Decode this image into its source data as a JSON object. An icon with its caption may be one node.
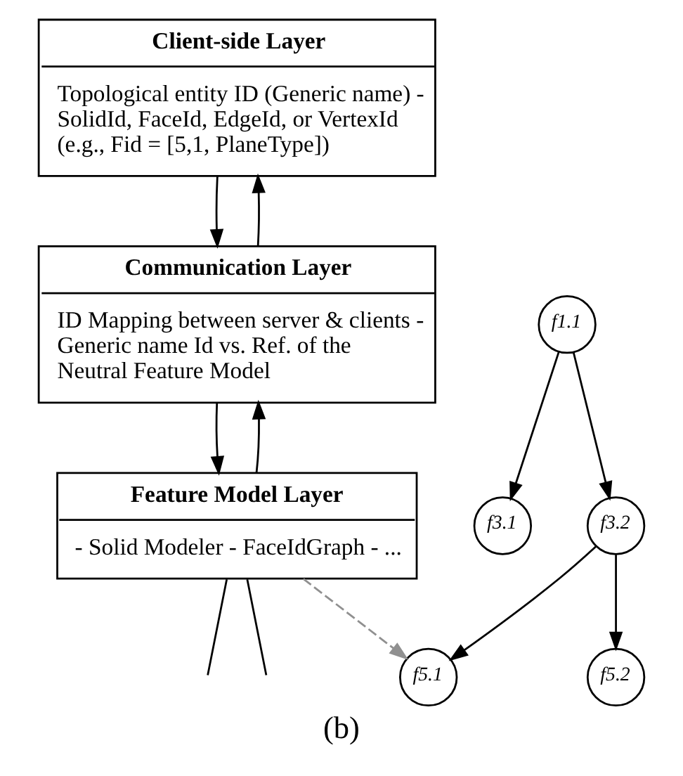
{
  "diagram": {
    "caption": "(b)",
    "nodes": [
      {
        "text": [
          "Client-side Layer",
          "Topological entity ID (Generic name) - SolidId, FaceId, EdgeId, or VertexId (e.g., Fid = [5,1, PlaneType])"
        ]
      },
      {
        "text": [
          "Communication Layer",
          "ID Mapping between server & clients - Generic name Id vs. Ref. of the Neutral Feature Model"
        ]
      },
      {
        "text": [
          "Feature Model Layer",
          "- Solid Modeler - FaceIdGraph - ..."
        ]
      },
      {
        "text": [
          "f1.1"
        ]
      },
      {
        "text": [
          "f3.1"
        ]
      },
      {
        "text": [
          "f3.2"
        ]
      },
      {
        "text": [
          "f5.1"
        ]
      },
      {
        "text": [
          "f5.2"
        ]
      }
    ],
    "edges": [
      {
        "from": 0,
        "to": 1,
        "arrow": "to"
      },
      {
        "from": 1,
        "to": 0,
        "arrow": "to"
      },
      {
        "from": 1,
        "to": 2,
        "arrow": "to"
      },
      {
        "from": 2,
        "to": 1,
        "arrow": "to"
      },
      {
        "from": 2,
        "to": null,
        "arrow": "none"
      },
      {
        "from": 2,
        "to": null,
        "arrow": "none"
      },
      {
        "from": 2,
        "to": 6,
        "arrow": "to",
        "style": "dashed",
        "color": "#909090"
      },
      {
        "from": 3,
        "to": 4,
        "arrow": "to"
      },
      {
        "from": 3,
        "to": 5,
        "arrow": "to"
      },
      {
        "from": 5,
        "to": 6,
        "arrow": "to"
      },
      {
        "from": 5,
        "to": 7,
        "arrow": "to"
      }
    ]
  }
}
